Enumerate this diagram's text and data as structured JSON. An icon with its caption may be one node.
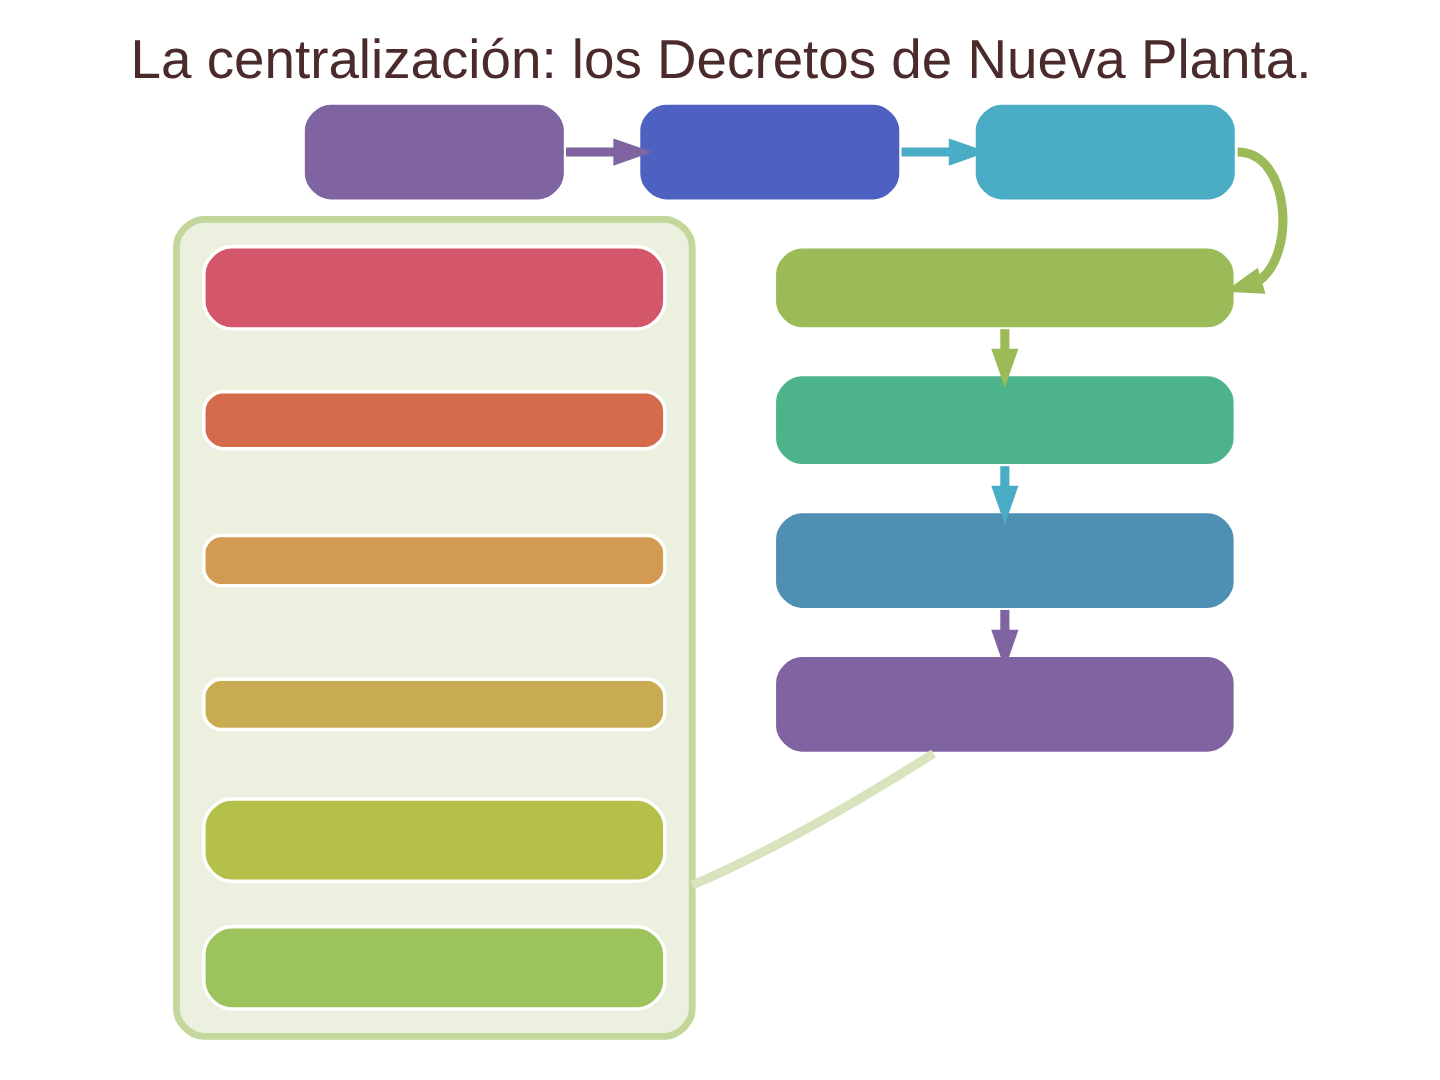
{
  "diagram": {
    "title": "La centralización: los Decretos de Nueva Planta.",
    "nodes": [
      {
        "text": [],
        "shape": "box"
      },
      {
        "text": [],
        "shape": "box"
      },
      {
        "text": [],
        "shape": "box"
      },
      {
        "text": [],
        "shape": "box"
      },
      {
        "text": [],
        "shape": "box",
        "in": 3
      },
      {
        "text": [],
        "shape": "box",
        "in": 3
      },
      {
        "text": [],
        "shape": "box",
        "in": 3
      },
      {
        "text": [],
        "shape": "box",
        "in": 3
      },
      {
        "text": [],
        "shape": "box",
        "in": 3
      },
      {
        "text": [],
        "shape": "box",
        "in": 3
      },
      {
        "text": [],
        "shape": "box"
      },
      {
        "text": [],
        "shape": "box"
      },
      {
        "text": [],
        "shape": "box"
      },
      {
        "text": [],
        "shape": "box"
      }
    ],
    "edges": [
      {
        "from": 0,
        "to": 1,
        "arrow": "to",
        "color": "#8064a2"
      },
      {
        "from": 1,
        "to": 2,
        "arrow": "to",
        "color": "#4bacc6"
      },
      {
        "from": 2,
        "to": 10,
        "arrow": "to",
        "color": "#9bbb59"
      },
      {
        "from": 10,
        "to": 11,
        "arrow": "to",
        "color": "#9bbb59"
      },
      {
        "from": 11,
        "to": 12,
        "arrow": "to",
        "color": "#4bacc6"
      },
      {
        "from": 12,
        "to": 13,
        "arrow": "to",
        "color": "#8064a2"
      },
      {
        "from": 3,
        "to": 13,
        "arrow": "none",
        "color": "#d7e4bd"
      }
    ]
  }
}
